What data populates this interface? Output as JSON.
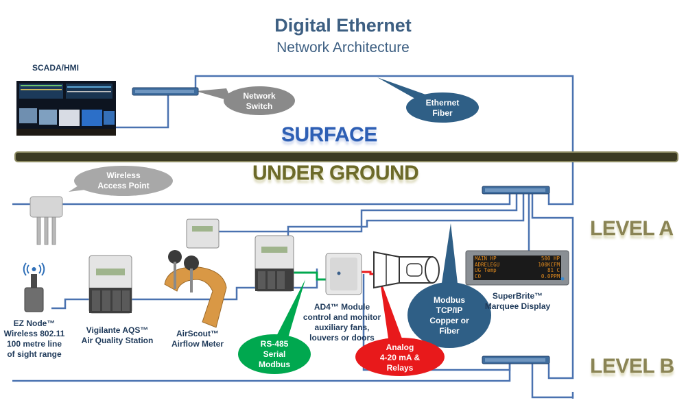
{
  "title": "Digital Ethernet",
  "subtitle": "Network Architecture",
  "scada_label": "SCADA/HMI",
  "surface_label": "SURFACE",
  "underground_label": "UNDER GROUND",
  "level_a": "LEVEL A",
  "level_b": "LEVEL B",
  "callouts": {
    "network_switch": "Network\nSwitch",
    "ethernet_fiber": "Ethernet\nFiber",
    "wireless_ap": "Wireless\nAccess Point",
    "modbus_tcp": "Modbus\nTCP/IP\nCopper or\nFiber",
    "rs485": "RS-485\nSerial\nModbus",
    "analog": "Analog\n4-20 mA &\nRelays"
  },
  "devices": {
    "ez_node": "EZ Node™\nWireless 802.11\n100 metre line\nof sight  range",
    "vigilante": "Vigilante AQS™\nAir Quality Station",
    "airscout": "AirScout™\nAirflow Meter",
    "ad4": "AD4™ Module\ncontrol and monitor\nauxiliary fans,\nlouvers or doors",
    "superbrite": "SuperBrite™\nMarquee Display"
  },
  "marquee_lines": [
    [
      "MAIN HP",
      "500 HP"
    ],
    [
      "ADRELEGU",
      "100KCFM"
    ],
    [
      "UG Temp",
      "81 C"
    ],
    [
      "CO",
      "0.0PPM"
    ]
  ],
  "colors": {
    "title": "#3d5f82",
    "line": "#4a72b0",
    "bubble_gray": "#8a8a8a",
    "bubble_blue": "#2f5f86",
    "bubble_green": "#00a84f",
    "bubble_red": "#e8191b",
    "surface_text": "#2e5fb4",
    "underground_text": "#6c6a2a",
    "level_text": "#8a8455"
  },
  "icons": [
    "control-room-photo",
    "network-switch-icon",
    "wireless-access-point-icon",
    "ez-node-icon",
    "wifi-icon",
    "aqs-station-icon",
    "airflow-meter-icon",
    "ad4-module-icon",
    "fan-icon",
    "marquee-display-icon"
  ]
}
